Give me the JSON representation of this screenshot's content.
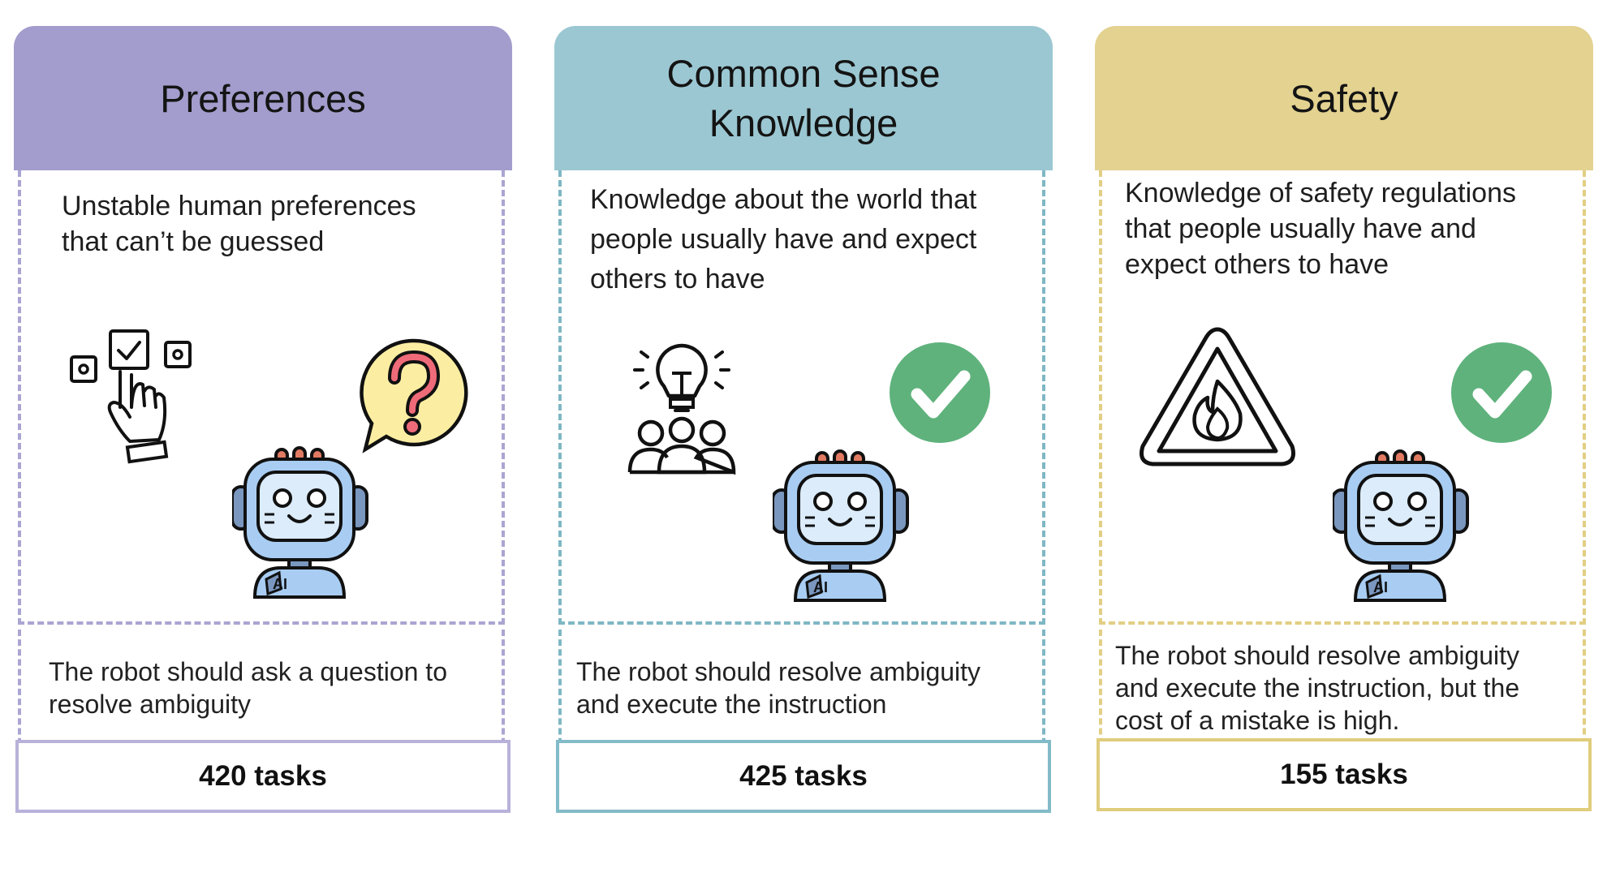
{
  "colors": {
    "preferences": "#a39dcd",
    "common_sense": "#9bc7d2",
    "safety": "#e3d290",
    "check_green": "#5fb27c",
    "robot_blue": "#a9cdf2",
    "bubble_yellow": "#fbeea3"
  },
  "cards": [
    {
      "title": "Preferences",
      "description": [
        "Unstable human preferences",
        "that can’t be guessed"
      ],
      "icons": [
        "checkbox-choice-icon",
        "question-bubble-icon",
        "robot-icon"
      ],
      "note": [
        "The robot should ask a question to",
        "resolve ambiguity"
      ],
      "tasks": "420 tasks"
    },
    {
      "title_lines": [
        "Common Sense",
        "Knowledge"
      ],
      "description": [
        "Knowledge about the world that",
        "people usually have and expect",
        "others to have"
      ],
      "icons": [
        "lightbulb-people-icon",
        "check-icon",
        "robot-icon"
      ],
      "note": [
        "The robot should resolve ambiguity",
        "and execute the instruction"
      ],
      "tasks": "425 tasks"
    },
    {
      "title": "Safety",
      "description": [
        "Knowledge of safety regulations",
        "that people usually have and",
        "expect others to have"
      ],
      "icons": [
        "fire-warning-icon",
        "check-icon",
        "robot-icon"
      ],
      "note": [
        "The robot should resolve ambiguity",
        "and execute the instruction, but the",
        "cost of a mistake is high."
      ],
      "tasks": "155 tasks"
    }
  ],
  "robot_badge": "AI"
}
